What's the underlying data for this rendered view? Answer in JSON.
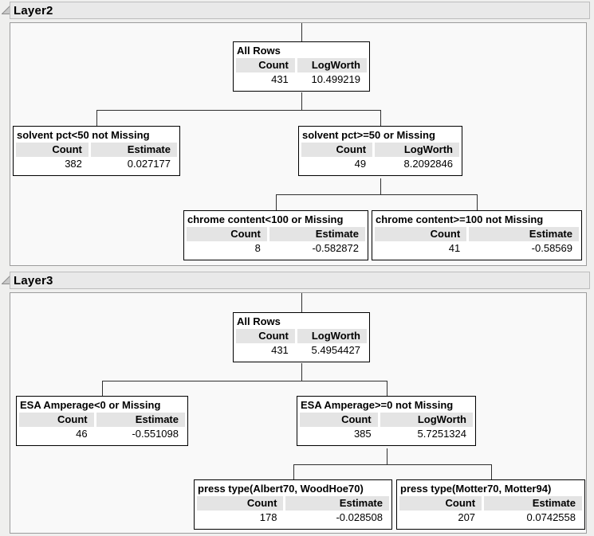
{
  "panels": [
    {
      "label": "Layer2",
      "nodes": [
        {
          "title": "All Rows",
          "col1": "Count",
          "col2": "LogWorth",
          "val1": "431",
          "val2": "10.499219"
        },
        {
          "title": "solvent pct<50 not Missing",
          "col1": "Count",
          "col2": "Estimate",
          "val1": "382",
          "val2": "0.027177"
        },
        {
          "title": "solvent pct>=50 or Missing",
          "col1": "Count",
          "col2": "LogWorth",
          "val1": "49",
          "val2": "8.2092846"
        },
        {
          "title": "chrome content<100 or Missing",
          "col1": "Count",
          "col2": "Estimate",
          "val1": "8",
          "val2": "-0.582872"
        },
        {
          "title": "chrome content>=100 not Missing",
          "col1": "Count",
          "col2": "Estimate",
          "val1": "41",
          "val2": "-0.58569"
        }
      ]
    },
    {
      "label": "Layer3",
      "nodes": [
        {
          "title": "All Rows",
          "col1": "Count",
          "col2": "LogWorth",
          "val1": "431",
          "val2": "5.4954427"
        },
        {
          "title": "ESA Amperage<0 or Missing",
          "col1": "Count",
          "col2": "Estimate",
          "val1": "46",
          "val2": "-0.551098"
        },
        {
          "title": "ESA Amperage>=0 not Missing",
          "col1": "Count",
          "col2": "LogWorth",
          "val1": "385",
          "val2": "5.7251324"
        },
        {
          "title": "press type(Albert70, WoodHoe70)",
          "col1": "Count",
          "col2": "Estimate",
          "val1": "178",
          "val2": "-0.028508"
        },
        {
          "title": "press type(Motter70, Motter94)",
          "col1": "Count",
          "col2": "Estimate",
          "val1": "207",
          "val2": "0.0742558"
        }
      ]
    }
  ],
  "colors": {
    "page_background": "#efefee",
    "panel_background": "#f9f9f9",
    "panel_border": "#9c9c9c",
    "header_bar": "#e9e9e9",
    "node_border": "#000000",
    "table_header_cell": "#e4e4e4",
    "connector": "#2f2f2f",
    "disclosure_triangle": "#c9c9c9"
  }
}
